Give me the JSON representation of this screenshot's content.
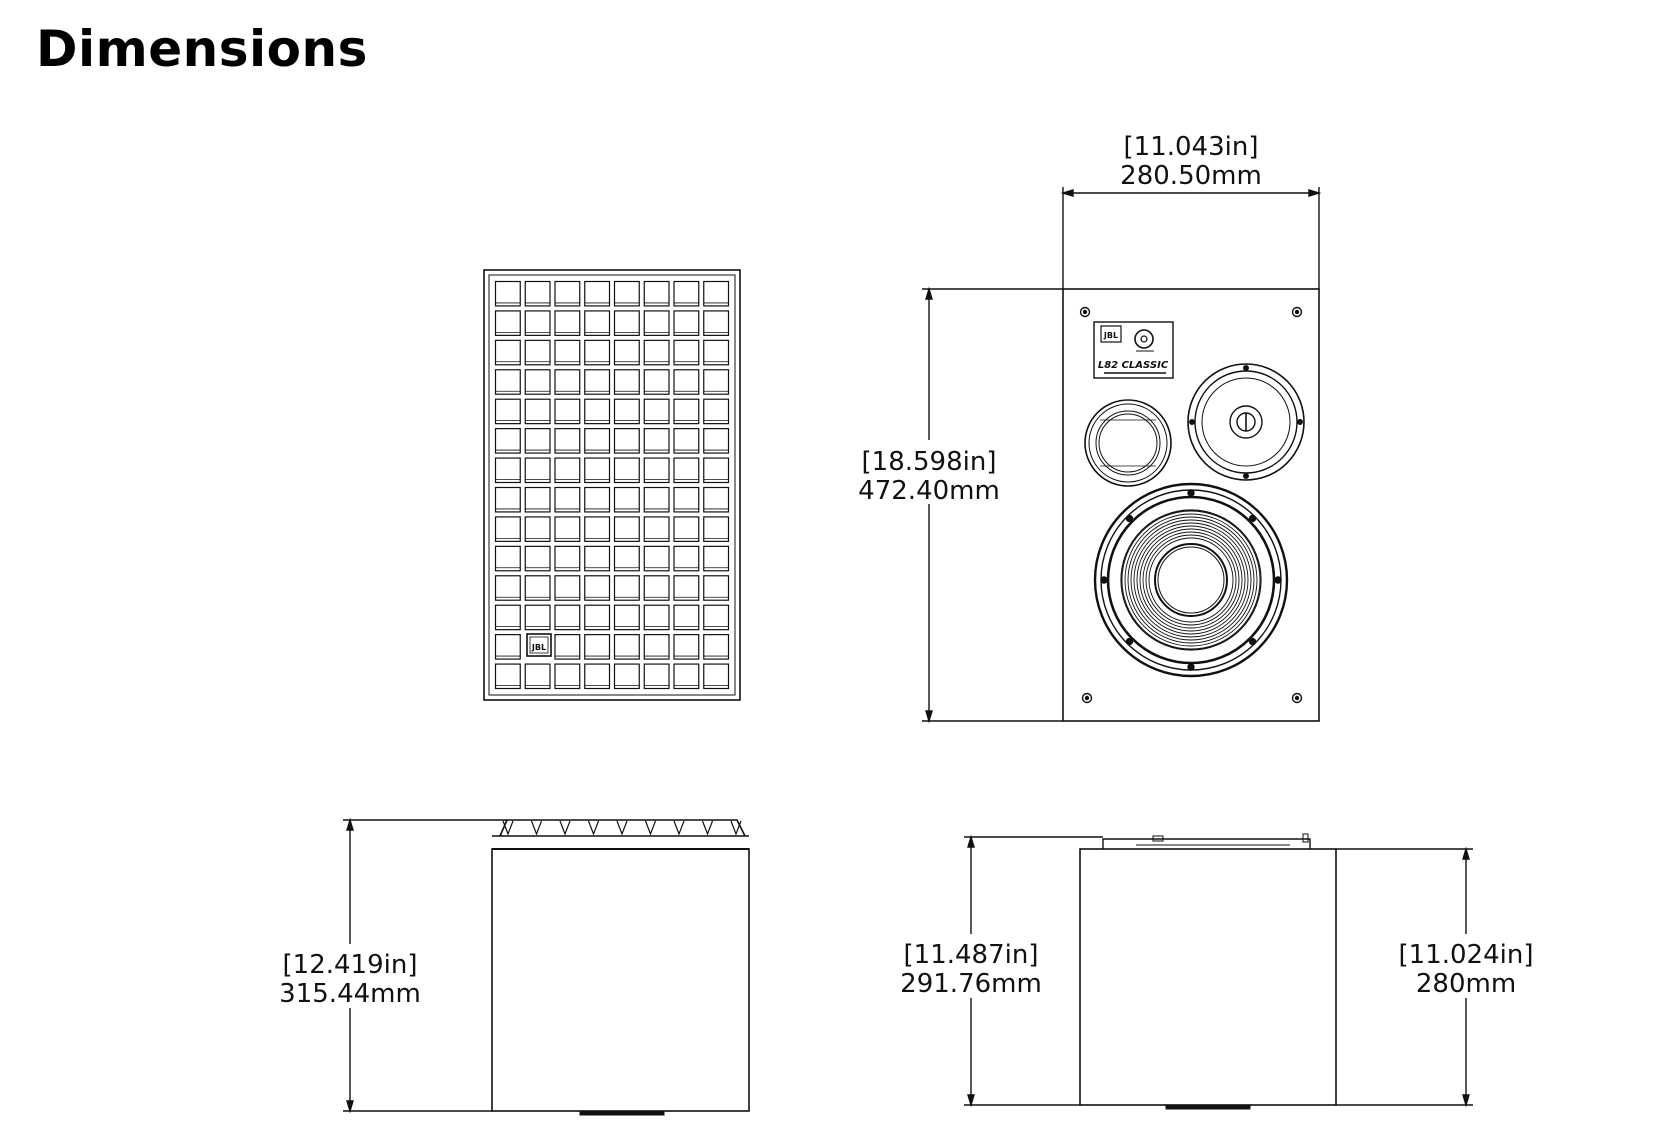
{
  "title": "Dimensions",
  "dimensions": {
    "front_width": {
      "inches": "[11.043in]",
      "mm": "280.50mm"
    },
    "front_height": {
      "inches": "[18.598in]",
      "mm": "472.40mm"
    },
    "side_height": {
      "inches": "[12.419in]",
      "mm": "315.44mm"
    },
    "rear_height_with_terminals": {
      "inches": "[11.487in]",
      "mm": "291.76mm"
    },
    "rear_depth": {
      "inches": "[11.024in]",
      "mm": "280mm"
    }
  },
  "baffle_label": {
    "logo": "JBL",
    "model": "L82 CLASSIC"
  },
  "grille_logo": "JBL"
}
